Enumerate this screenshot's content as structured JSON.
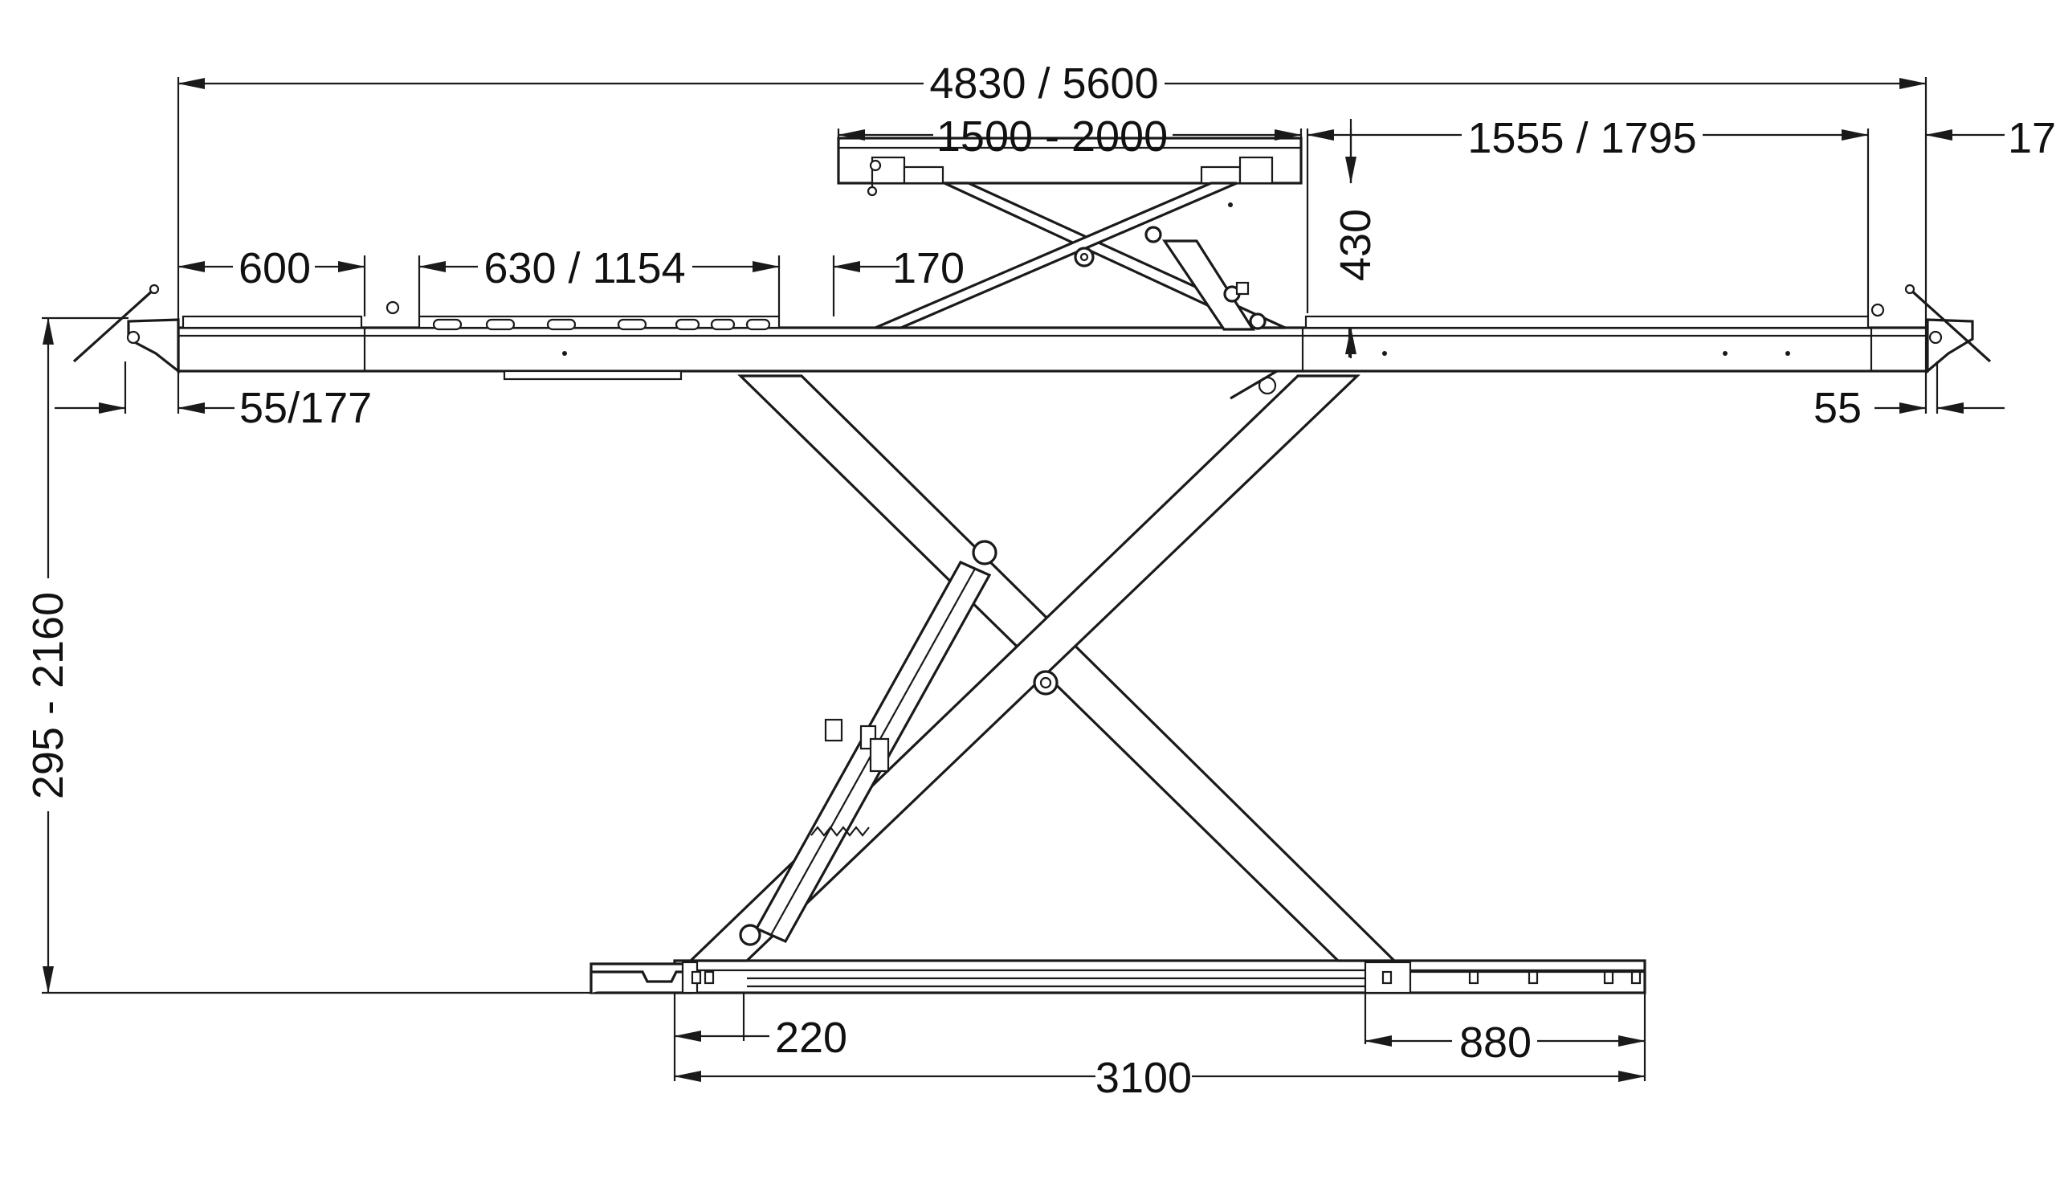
{
  "colors": {
    "line": "#1a1a1a",
    "text": "#111111",
    "background": "#ffffff"
  },
  "dimensions": {
    "overall_length": "4830 / 5600",
    "pad_width": "1500 - 2000",
    "right_length": "1555 / 1795",
    "right_overhang": "170",
    "platform_height": "430",
    "left_extension": "600",
    "slot_range": "630 / 1154",
    "offset_170": "170",
    "left_offset": "55/177",
    "right_offset": "55",
    "lift_height": "295 - 2160",
    "base_left": "220",
    "base_right": "880",
    "base_length": "3100"
  }
}
